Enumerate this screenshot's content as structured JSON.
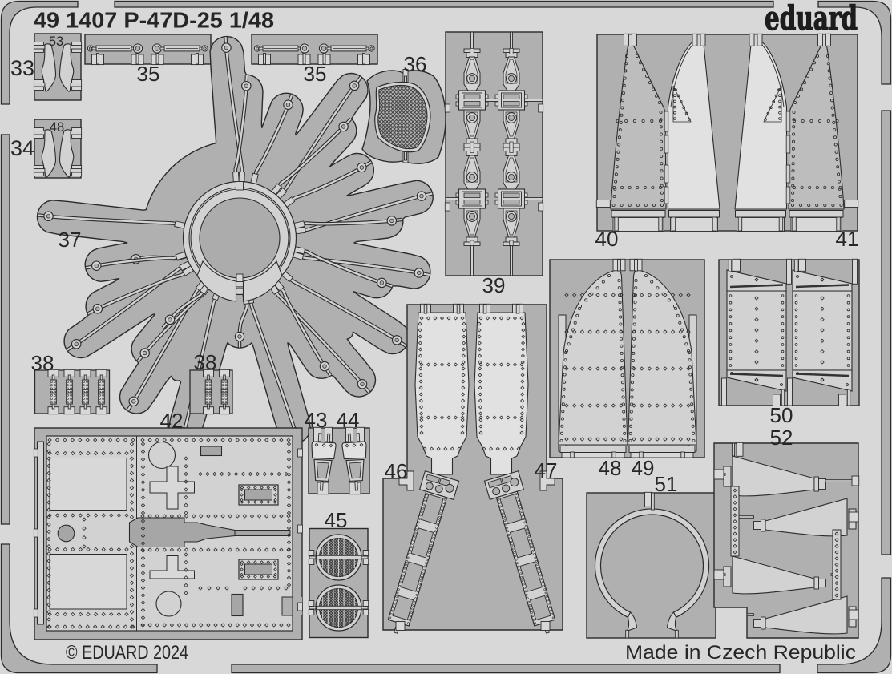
{
  "sheet": {
    "title": "49 1407 P-47D-25 1/48",
    "product_code": "49 1407",
    "subject": "P-47D-25",
    "model_scale": "1/48",
    "brand_logo": "eduard",
    "copyright": "© EDUARD 2024",
    "made_in": "Made in Czech Republic"
  },
  "part_labels": {
    "33": "33",
    "53": "53",
    "34": "34",
    "48s": "48",
    "35a": "35",
    "35b": "35",
    "36": "36",
    "37": "37",
    "38a": "38",
    "38b": "38",
    "39": "39",
    "40": "40",
    "41": "41",
    "42": "42",
    "43": "43",
    "44": "44",
    "45": "45",
    "46": "46",
    "47": "47",
    "48": "48",
    "49": "49",
    "50": "50",
    "51": "51",
    "52": "52"
  },
  "colors": {
    "sheet_background": "#d8d8d8",
    "plate": "#b0b0b0",
    "part": "#d2d2d2",
    "bright_part": "#e1e1e1",
    "outline": "#2b2b2b",
    "text": "#262626"
  }
}
